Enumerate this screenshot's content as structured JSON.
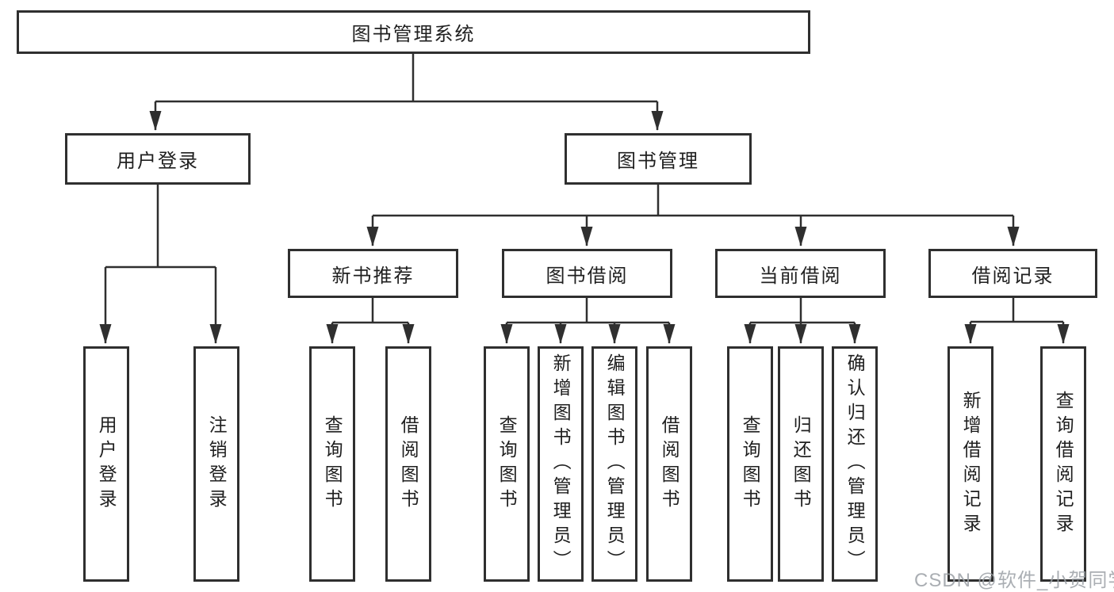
{
  "nodes": {
    "root": "图书管理系统",
    "user_login": "用户登录",
    "book_management": "图书管理",
    "new_book_recommendation": "新书推荐",
    "book_borrowing": "图书借阅",
    "current_borrowing": "当前借阅",
    "borrowing_records": "借阅记录",
    "leaf_user_login": "用户登录",
    "leaf_logout_login": "注销登录",
    "leaf_query_books_rec": "查询图书",
    "leaf_borrow_books_rec": "借阅图书",
    "leaf_query_books_borrow": "查询图书",
    "leaf_add_books_admin": "新增图书（管理员）",
    "leaf_edit_books_admin": "编辑图书（管理员）",
    "leaf_borrow_books_borrow": "借阅图书",
    "leaf_query_books_current": "查询图书",
    "leaf_return_books": "归还图书",
    "leaf_confirm_return_admin": "确认归还（管理员）",
    "leaf_add_borrow_record": "新增借阅记录",
    "leaf_query_borrow_record": "查询借阅记录"
  },
  "hierarchy": {
    "图书管理系统": [
      "用户登录",
      "图书管理"
    ],
    "用户登录": [
      "用户登录",
      "注销登录"
    ],
    "图书管理": [
      "新书推荐",
      "图书借阅",
      "当前借阅",
      "借阅记录"
    ],
    "新书推荐": [
      "查询图书",
      "借阅图书"
    ],
    "图书借阅": [
      "查询图书",
      "新增图书（管理员）",
      "编辑图书（管理员）",
      "借阅图书"
    ],
    "当前借阅": [
      "查询图书",
      "归还图书",
      "确认归还（管理员）"
    ],
    "借阅记录": [
      "新增借阅记录",
      "查询借阅记录"
    ]
  },
  "watermark": "CSDN @软件_小贺同学",
  "colors": {
    "line": "#2f2f2f",
    "text": "#1f1f1f",
    "background": "#ffffff",
    "watermark": "#9ca1a6"
  }
}
